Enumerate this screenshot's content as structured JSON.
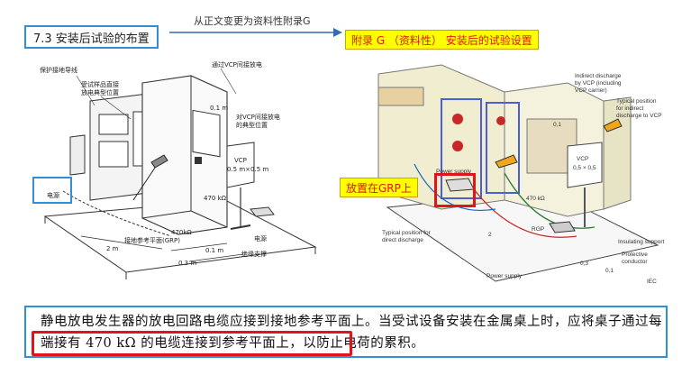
{
  "header": {
    "section_title": "7.3   安装后试验的布置",
    "change_note": "从正文变更为资料性附录G",
    "annex_title": "附录 G （资料性） 安装后的试验设置"
  },
  "left_figure": {
    "labels": {
      "ground_line": "保护接地导线",
      "eut_label1": "受试样品直接",
      "eut_label2": "放电典型位置",
      "vcp_top1": "通过VCP间接放电",
      "dim_01a": "0.1 m",
      "vcp_indirect1": "对VCP间接放电",
      "vcp_indirect2": "的典型位置",
      "vcp": "VCP",
      "vcp_size": "0.5 m×0.5 m",
      "resistor": "470 kΩ",
      "power": "电源",
      "grp": "接地参考平面(GRP)",
      "resistor2": "470kΩ",
      "dim_2m": "2 m",
      "dim_03": "0.3 m",
      "dim_01": "0.1 m",
      "supply": "电源",
      "insul": "绝缘支撑"
    }
  },
  "right_figure": {
    "labels": {
      "indirect1": "Indirect discharge",
      "indirect2": "by VCP (including",
      "indirect3": "VCP carrier)",
      "typical1": "Typical position",
      "typical2": "for indirect",
      "typical3": "discharge to VCP",
      "dim_01": "0,1",
      "vcp": "VCP",
      "vcp_size": "0,5 × 0,5",
      "power_supply_box": "Power supply",
      "res": "470 kΩ",
      "rgp": "RGP",
      "direct1": "Typical position for",
      "direct2": "direct discharge",
      "dim_2": "2",
      "insul": "Insulating support",
      "prot1": "Protective",
      "prot2": "conductor",
      "power_supply": "Power supply",
      "d03": "0,3",
      "d01": "0,1",
      "iec": "IEC"
    },
    "grp_note": "放置在GRP上"
  },
  "caption": {
    "text": "静电放电发生器的放电回路电缆应接到接地参考平面上。当受试设备安装在金属桌上时，应将桌子通过每端接有 470 kΩ 的电缆连接到参考平面上，以防止电荷的累积。"
  }
}
